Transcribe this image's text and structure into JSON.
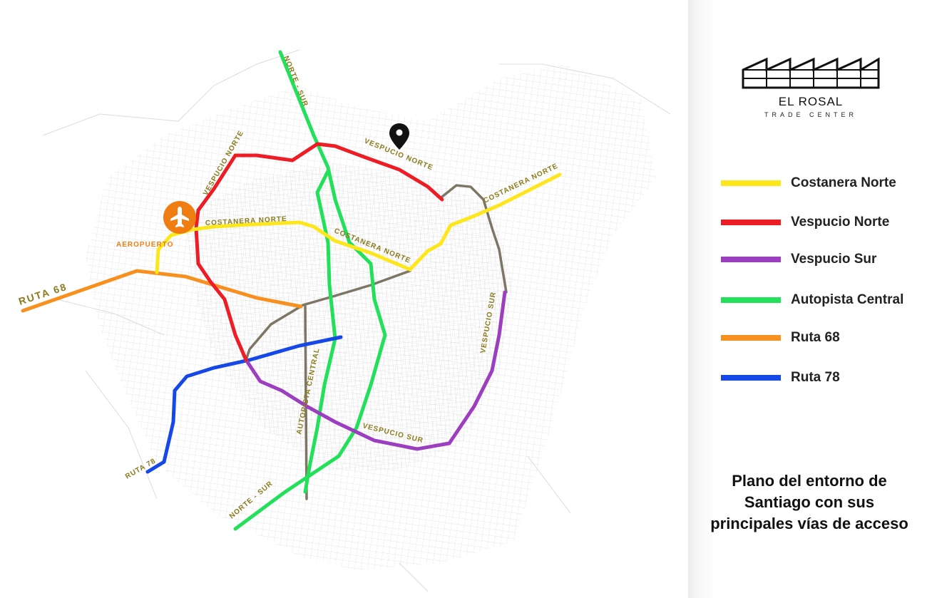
{
  "brand": {
    "name": "EL ROSAL",
    "subtitle": "TRADE CENTER"
  },
  "legend": [
    {
      "label": "Costanera Norte",
      "color": "#fde61a"
    },
    {
      "label": "Vespucio Norte",
      "color": "#ee1c24"
    },
    {
      "label": "Vespucio Sur",
      "color": "#9b3fc0"
    },
    {
      "label": "Autopista Central",
      "color": "#22e05a"
    },
    {
      "label": "Ruta 68",
      "color": "#f7901e"
    },
    {
      "label": "Ruta 78",
      "color": "#1548e6"
    }
  ],
  "caption": {
    "line1": "Plano del entorno de",
    "line2": "Santiago con sus",
    "line3": "principales vías de acceso"
  },
  "map_labels": {
    "norte_sur_top": "NORTE - SUR",
    "norte_sur_bottom": "NORTE - SUR",
    "vespucio_norte_left": "VESPUCIO NORTE",
    "vespucio_norte_top": "VESPUCIO NORTE",
    "costanera_norte_west": "COSTANERA NORTE",
    "costanera_norte_center": "COSTANERA NORTE",
    "costanera_norte_east": "COSTANERA NORTE",
    "aeropuerto": "AEROPUERTO",
    "ruta_68": "RUTA 68",
    "ruta_78": "RUTA 78",
    "autopista_central": "AUTOPISTA CENTRAL",
    "vespucio_sur_east": "VESPUCIO SUR",
    "vespucio_sur_south": "VESPUCIO SUR"
  },
  "icons": {
    "airport": "airport-icon",
    "location": "location-pin-icon",
    "logo": "el-rosal-logo-icon"
  },
  "colors": {
    "connector_road": "#7d7665",
    "airport_circle": "#f07d12"
  }
}
